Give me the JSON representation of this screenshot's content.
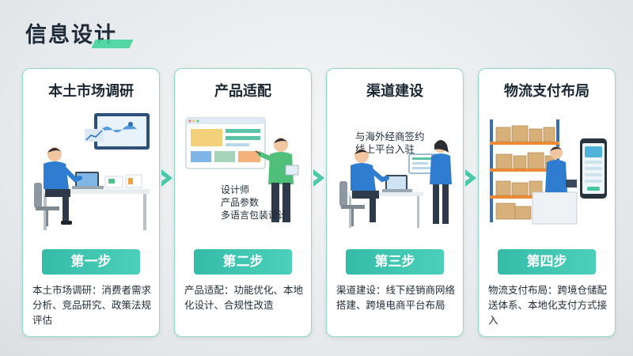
{
  "title": "信息设计",
  "cards": [
    {
      "heading": "本土市场调研",
      "step": "第一步",
      "desc": "本土市场调研：消费者需求分析、竞品研究、政策法规评估",
      "illustration_labels": []
    },
    {
      "heading": "产品适配",
      "step": "第二步",
      "desc": "产品适配：功能优化、本地化设计、合规性改造",
      "illustration_labels": [
        "设计师",
        "产品参数",
        "多语言包装设计"
      ]
    },
    {
      "heading": "渠道建设",
      "step": "第三步",
      "desc": "渠道建设：线下经销商网络搭建、跨境电商平台布局",
      "illustration_labels": [
        "与海外经商签约",
        "线上平台入驻"
      ]
    },
    {
      "heading": "物流支付布局",
      "step": "第四步",
      "desc": "物流支付布局：跨境仓储配送体系、本地化支付方式接入",
      "illustration_labels": []
    }
  ],
  "colors": {
    "accent": "#3ec5b1",
    "border": "#8fd9c6",
    "title_accent": "#45d49c"
  },
  "icons": [
    "chevron-right-icon",
    "chevron-right-icon",
    "chevron-right-icon"
  ]
}
